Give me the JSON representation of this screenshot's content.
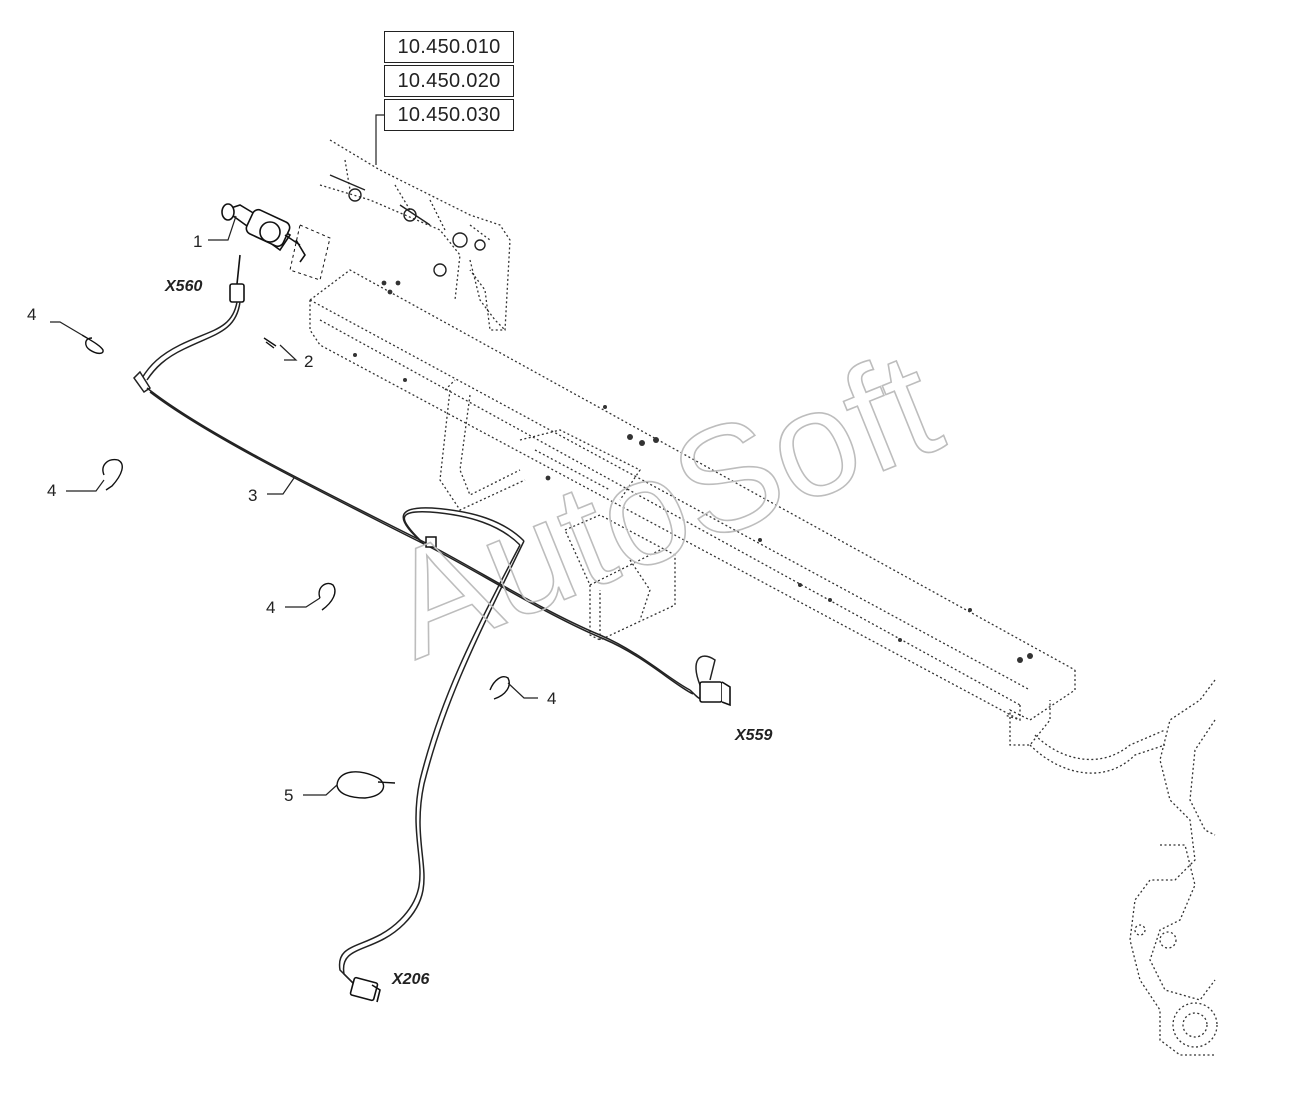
{
  "reference_boxes": [
    "10.450.010",
    "10.450.020",
    "10.450.030"
  ],
  "callouts": {
    "item1": "1",
    "item2": "2",
    "item3": "3",
    "item4_a": "4",
    "item4_b": "4",
    "item4_c": "4",
    "item4_d": "4",
    "item5": "5"
  },
  "connectors": {
    "x560": "X560",
    "x559": "X559",
    "x206": "X206"
  },
  "watermark": "AutoSoft"
}
